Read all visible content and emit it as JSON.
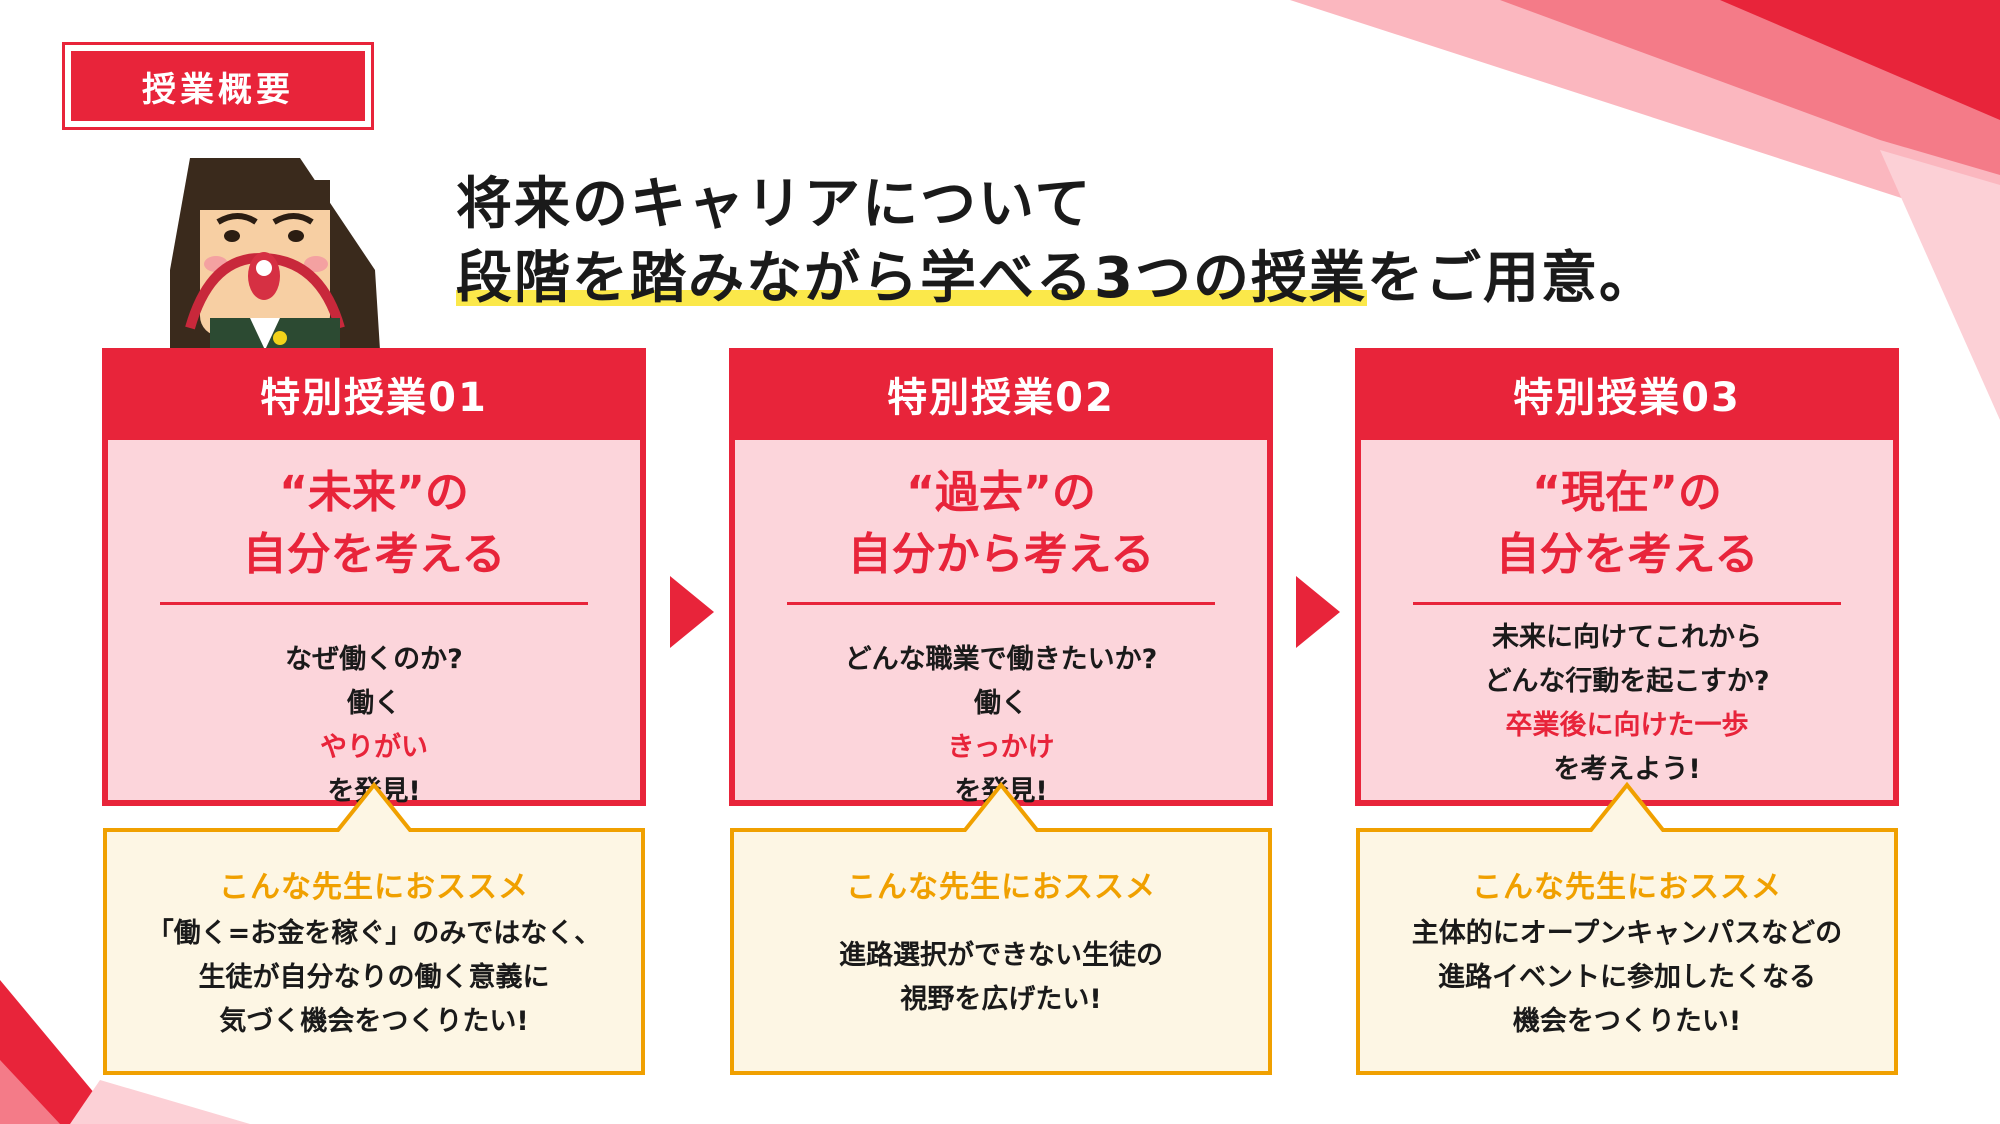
{
  "badge": {
    "label": "授業概要"
  },
  "headline": {
    "line1": "将来のキャリアについて",
    "line2_highlight": "段階を踏みながら学べる3つの授業",
    "line2_rest": "をご用意。"
  },
  "colors": {
    "accent": "#e8243a",
    "card_body": "#fcd5db",
    "rec_border": "#f0a000",
    "rec_bg": "#fdf6e4",
    "highlight": "#fbe84a"
  },
  "cards": [
    {
      "header": "特別授業01",
      "title_line1": "“未来”の",
      "title_line2": "自分を考える",
      "desc": [
        {
          "plain": "なぜ働くのか?"
        },
        {
          "pre": "働く",
          "red": "やりがい",
          "post": "を発見!"
        }
      ],
      "rec_title": "こんな先生におススメ",
      "rec_lines": [
        "「働く=お金を稼ぐ」のみではなく、",
        "生徒が自分なりの働く意義に",
        "気づく機会をつくりたい!"
      ]
    },
    {
      "header": "特別授業02",
      "title_line1": "“過去”の",
      "title_line2": "自分から考える",
      "desc": [
        {
          "plain": "どんな職業で働きたいか?"
        },
        {
          "pre": "働く",
          "red": "きっかけ",
          "post": "を発見!"
        }
      ],
      "rec_title": "こんな先生におススメ",
      "rec_lines": [
        "進路選択ができない生徒の",
        "視野を広げたい!"
      ]
    },
    {
      "header": "特別授業03",
      "title_line1": "“現在”の",
      "title_line2": "自分を考える",
      "desc": [
        {
          "plain": "未来に向けてこれから"
        },
        {
          "plain": "どんな行動を起こすか?"
        },
        {
          "pre": "",
          "red": "卒業後に向けた一歩",
          "post": "を考えよう!"
        }
      ],
      "rec_title": "こんな先生におススメ",
      "rec_lines": [
        "主体的にオープンキャンパスなどの",
        "進路イベントに参加したくなる",
        "機会をつくりたい!"
      ]
    }
  ]
}
